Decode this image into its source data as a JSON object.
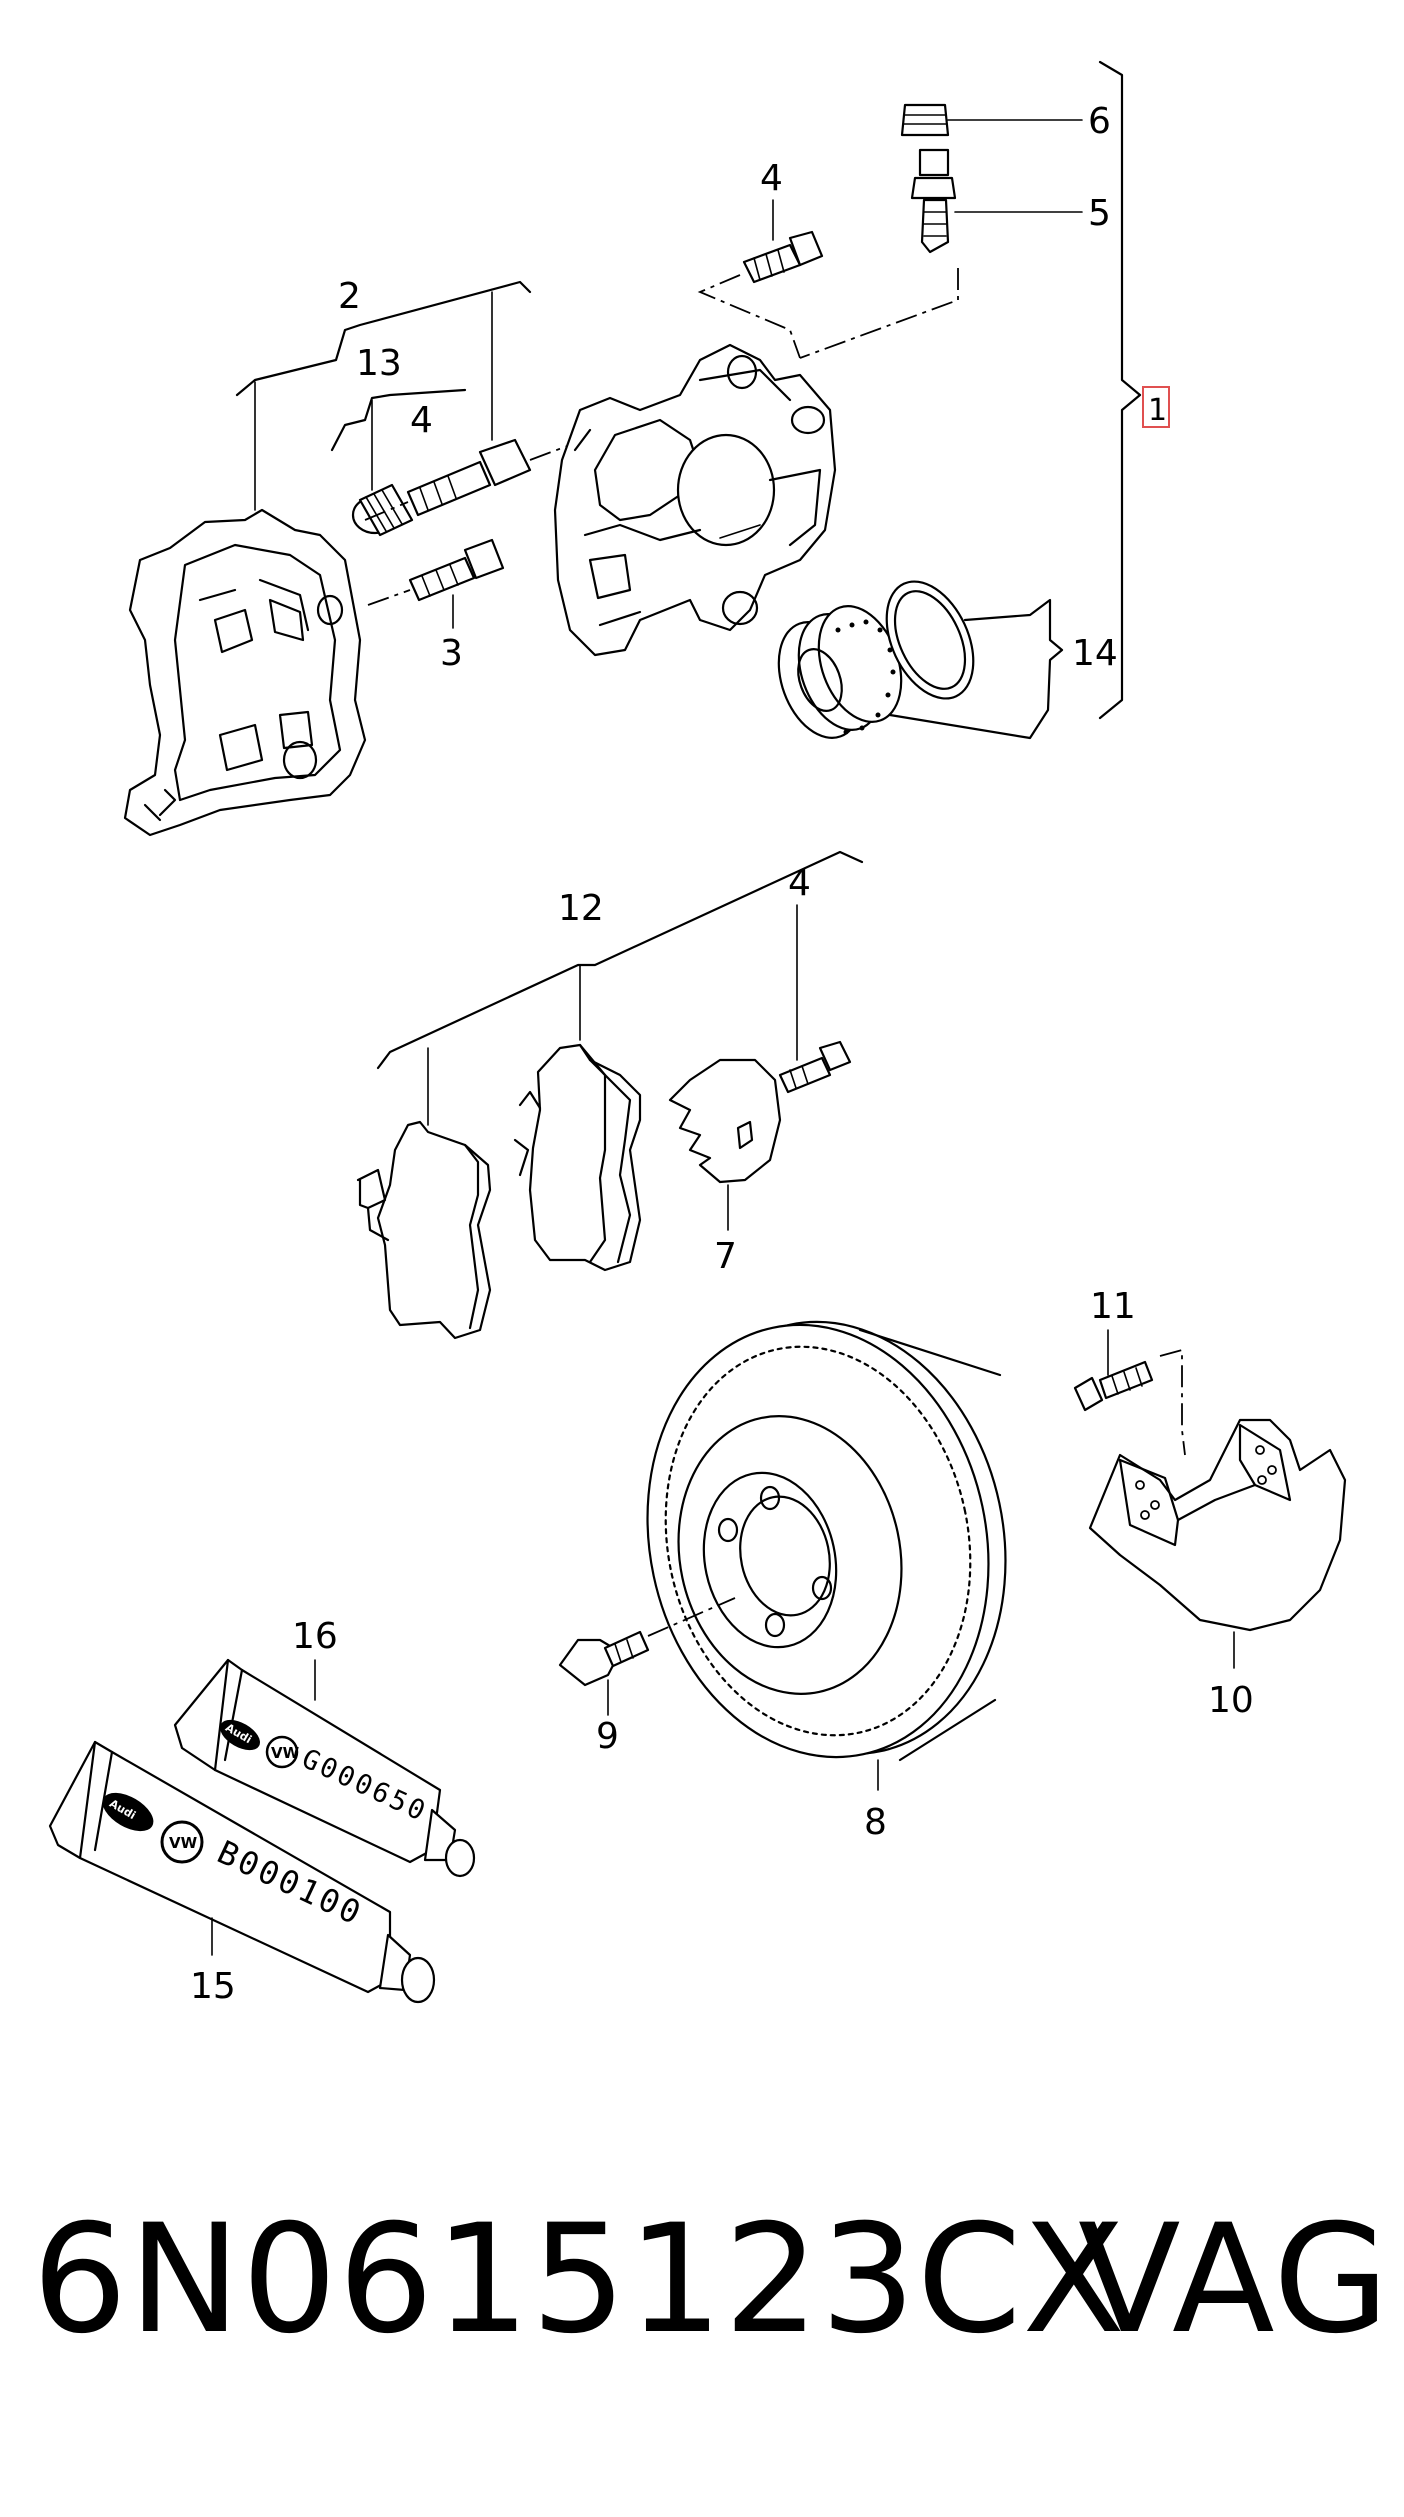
{
  "callouts": {
    "c1": "1",
    "c2": "2",
    "c3": "3",
    "c4a": "4",
    "c4b": "4",
    "c4c": "4",
    "c5": "5",
    "c6": "6",
    "c7": "7",
    "c8": "8",
    "c9": "9",
    "c10": "10",
    "c11": "11",
    "c12": "12",
    "c13": "13",
    "c14": "14",
    "c15": "15",
    "c16": "16"
  },
  "tubes": {
    "large_code": "B000100",
    "small_code": "G000650",
    "logo": "Audi",
    "vw": "VW"
  },
  "footer": {
    "part_number": "6N0615123CX",
    "brand": "VAG"
  },
  "colors": {
    "highlight_box": "#e05050",
    "ink": "#000000"
  }
}
